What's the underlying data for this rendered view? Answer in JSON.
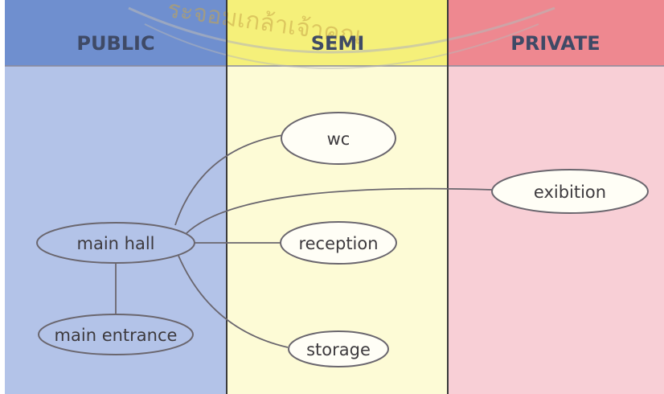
{
  "colors": {
    "public_body": "#b3c3e8",
    "public_header": "#6f8fcf",
    "semi_body": "#fdfbd6",
    "semi_header": "#f5f07a",
    "private_body": "#f8cfd6",
    "private_header": "#ee8890",
    "header_text": "#3f4a66",
    "node_fill": "#fffef6",
    "node_stroke": "#6a666e"
  },
  "zones": [
    {
      "label": "PUBLIC"
    },
    {
      "label": "SEMI"
    },
    {
      "label": "PRIVATE"
    }
  ],
  "nodes": {
    "wc": "wc",
    "exibition": "exibition",
    "main_hall": "main hall",
    "reception": "reception",
    "main_entrance": "main entrance",
    "storage": "storage"
  },
  "watermark": {
    "text": "ระจอมเกล้าเจ้าคุณ"
  }
}
